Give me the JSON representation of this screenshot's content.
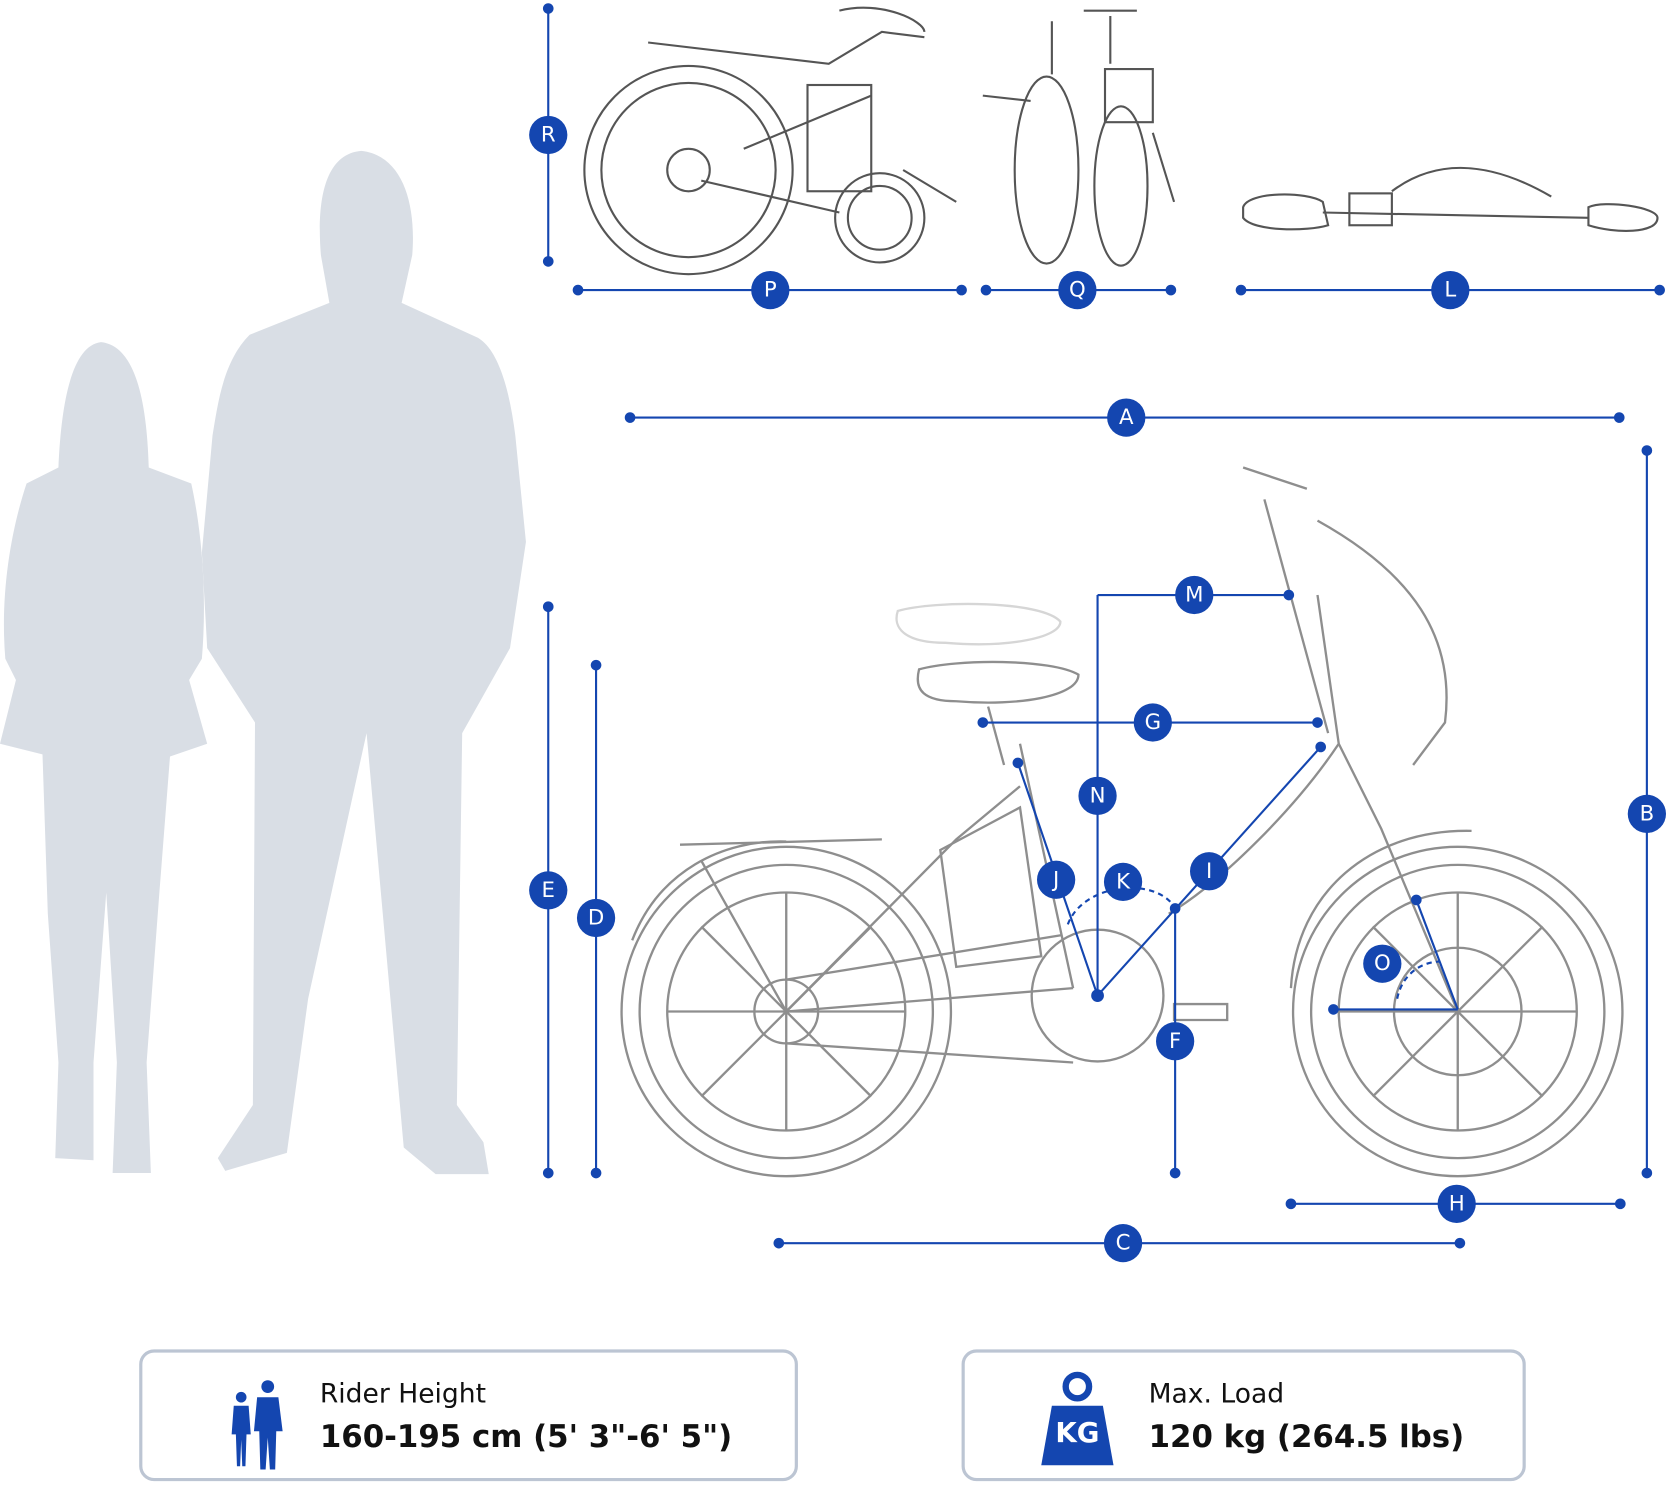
{
  "colors": {
    "accent": "#1446b0",
    "silhouette": "#d9dee5",
    "bike_line": "#8e8e8e",
    "box_border": "#bcc5d3"
  },
  "dimension_labels": {
    "R": "R",
    "P": "P",
    "Q": "Q",
    "L": "L",
    "A": "A",
    "B": "B",
    "C": "C",
    "D": "D",
    "E": "E",
    "F": "F",
    "G": "G",
    "H": "H",
    "I": "I",
    "J": "J",
    "K": "K",
    "M": "M",
    "N": "N",
    "O": "O"
  },
  "rider_height": {
    "icon": "people-icon",
    "title": "Rider Height",
    "value": "160-195 cm (5' 3\"-6' 5\")"
  },
  "max_load": {
    "icon": "kg-weight-icon",
    "icon_text": "KG",
    "title": "Max. Load",
    "value": "120 kg (264.5 lbs)"
  }
}
